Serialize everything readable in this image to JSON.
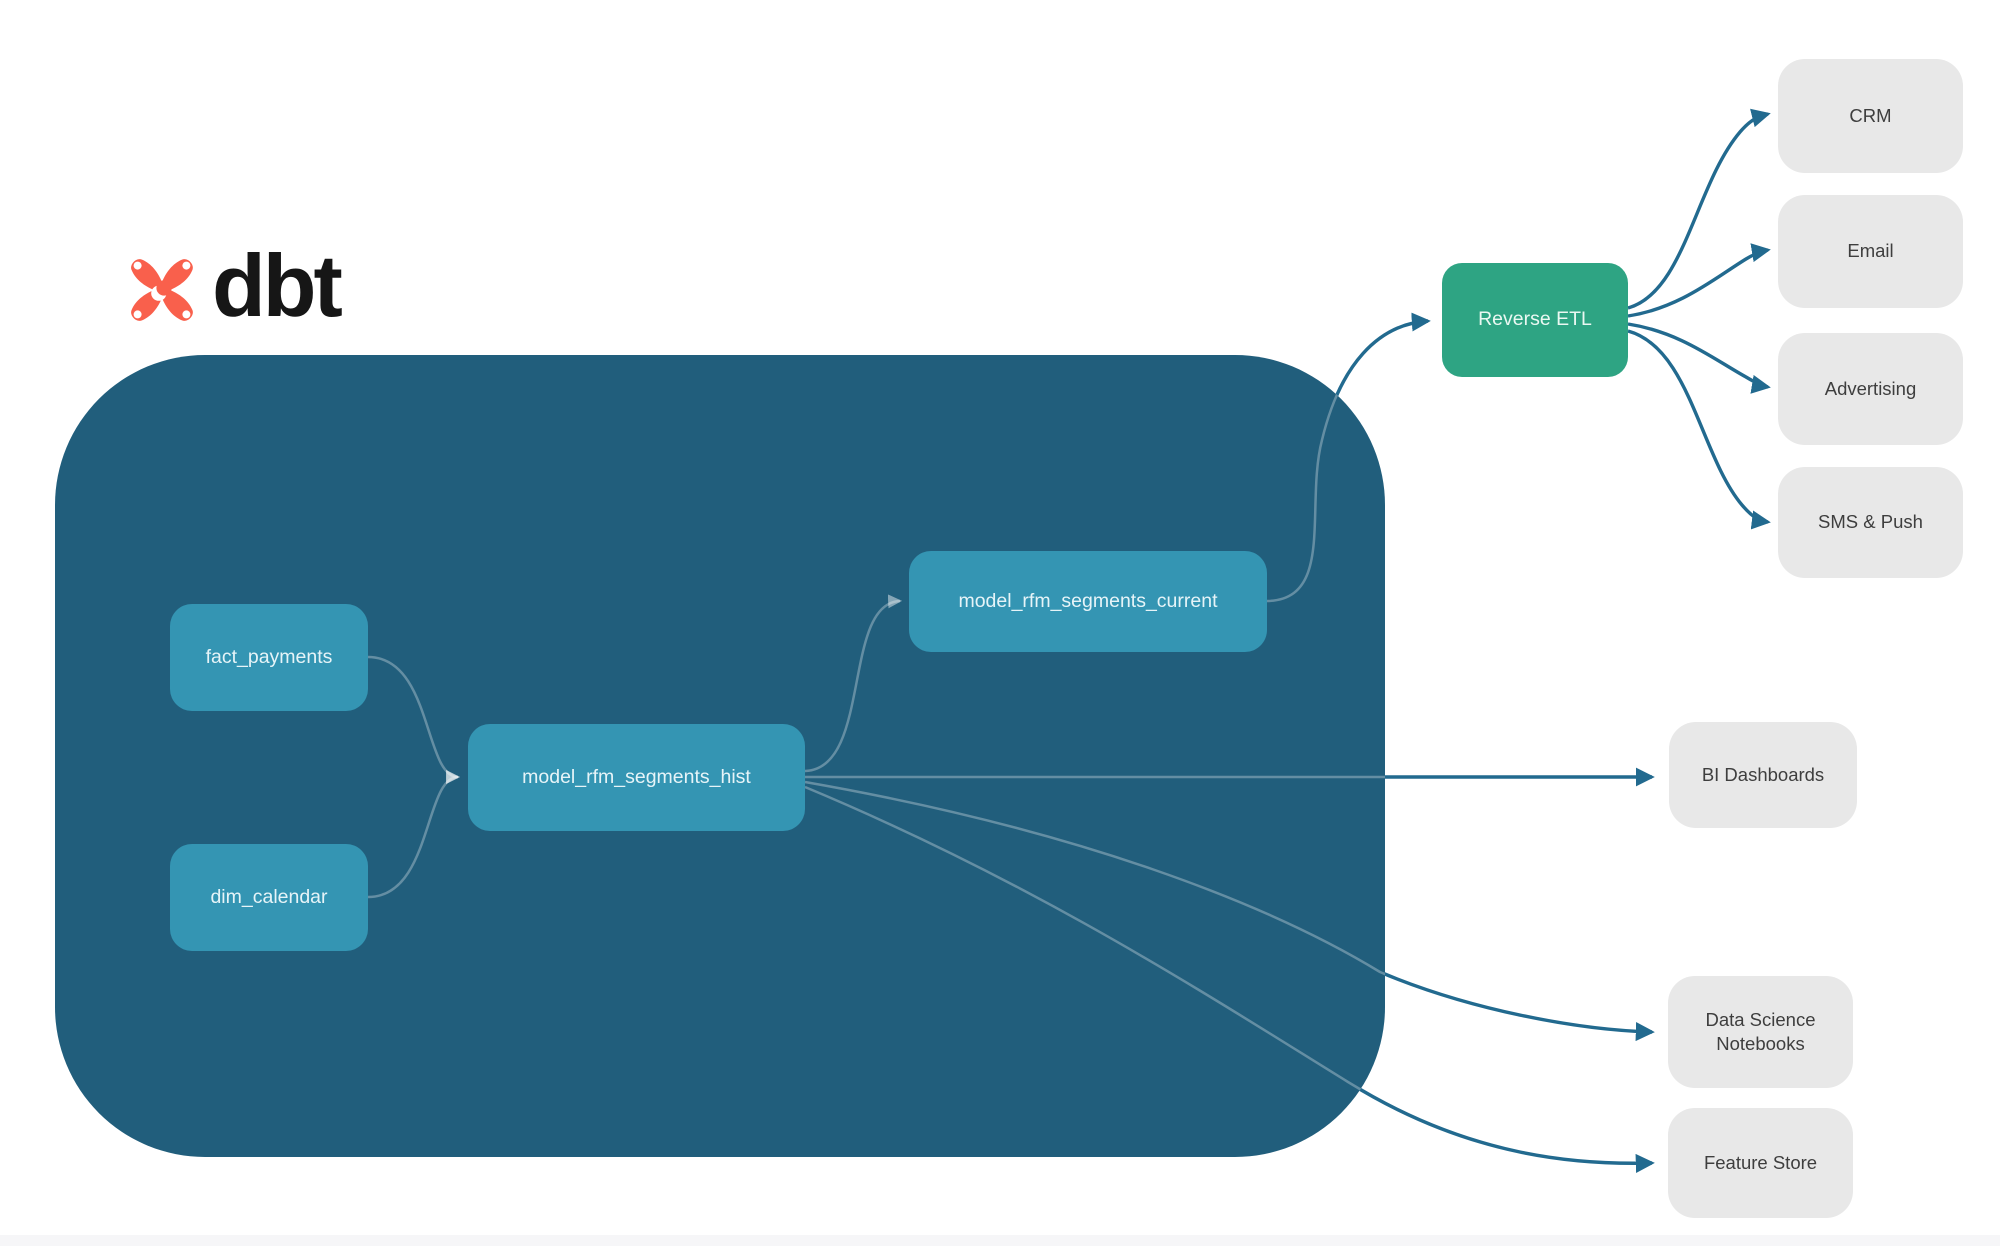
{
  "logo": {
    "brand": "dbt",
    "icon": "dbt-pinwheel-icon"
  },
  "diagram": {
    "sources": [
      {
        "label": "fact_payments"
      },
      {
        "label": "dim_calendar"
      }
    ],
    "models": [
      {
        "label": "model_rfm_segments_hist"
      },
      {
        "label": "model_rfm_segments_current"
      }
    ],
    "reverse_etl": {
      "label": "Reverse ETL"
    },
    "destinations": [
      {
        "label": "CRM"
      },
      {
        "label": "Email"
      },
      {
        "label": "Advertising"
      },
      {
        "label": "SMS & Push"
      }
    ],
    "outputs": [
      {
        "label": "BI Dashboards"
      },
      {
        "label": "Data Science Notebooks"
      },
      {
        "label": "Feature Store"
      }
    ]
  },
  "colors": {
    "container_bg": "#215E7C",
    "node_teal": "#3495B3",
    "node_green": "#2EA483",
    "node_gray": "#E8E8E8",
    "arrow_dark": "#226A8F",
    "text_dark": "#3E3E3E",
    "logo_orange": "#F9604C",
    "logo_text": "#161616"
  }
}
